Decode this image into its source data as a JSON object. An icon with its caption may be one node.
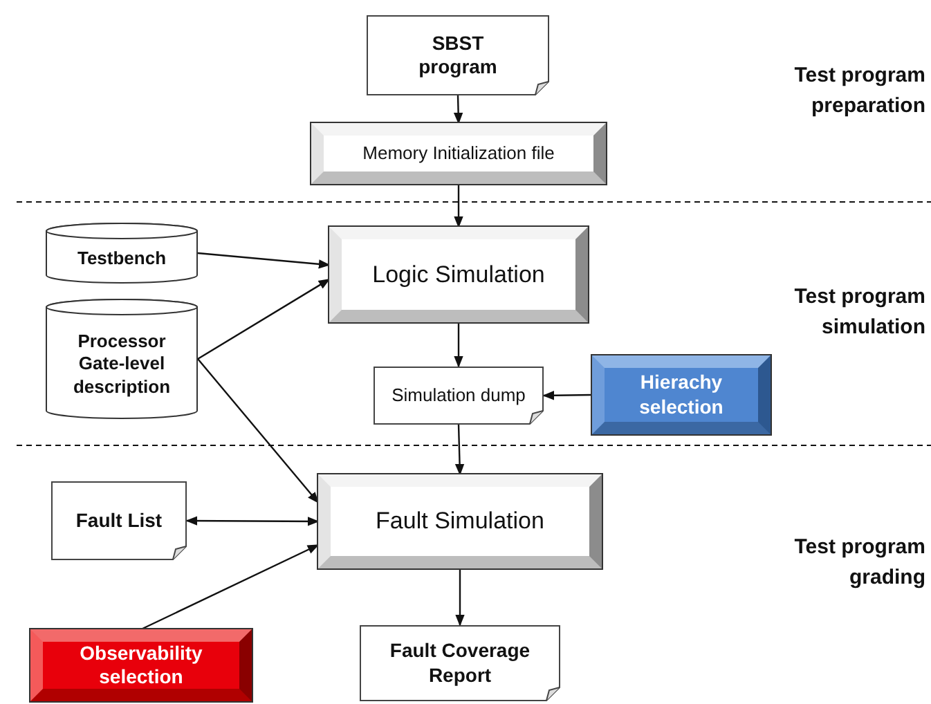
{
  "diagram": {
    "nodes": [
      {
        "text": [
          "SBST program"
        ]
      },
      {
        "text": [
          "Memory Initialization file"
        ]
      },
      {
        "text": [
          "Testbench"
        ]
      },
      {
        "text": [
          "Logic Simulation"
        ]
      },
      {
        "text": [
          "Processor Gate-level description"
        ]
      },
      {
        "text": [
          "Simulation dump"
        ]
      },
      {
        "text": [
          "Hierachy selection"
        ]
      },
      {
        "text": [
          "Fault List"
        ]
      },
      {
        "text": [
          "Fault Simulation"
        ]
      },
      {
        "text": [
          "Observability selection"
        ]
      },
      {
        "text": [
          "Fault Coverage Report"
        ]
      }
    ],
    "edges": [
      {
        "from": 0,
        "to": 1,
        "arrow": "to"
      },
      {
        "from": 1,
        "to": 3,
        "arrow": "to"
      },
      {
        "from": 2,
        "to": 3,
        "arrow": "to"
      },
      {
        "from": 4,
        "to": 3,
        "arrow": "to"
      },
      {
        "from": 3,
        "to": 5,
        "arrow": "to"
      },
      {
        "from": 6,
        "to": 5,
        "arrow": "to"
      },
      {
        "from": 5,
        "to": 8,
        "arrow": "to"
      },
      {
        "from": 4,
        "to": 8,
        "arrow": "to"
      },
      {
        "from": 7,
        "to": 8,
        "arrow": "both"
      },
      {
        "from": 9,
        "to": 8,
        "arrow": "to"
      },
      {
        "from": 8,
        "to": 10,
        "arrow": "to"
      }
    ],
    "labels": [
      "Test program preparation",
      "Test program simulation",
      "Test program grading"
    ]
  }
}
